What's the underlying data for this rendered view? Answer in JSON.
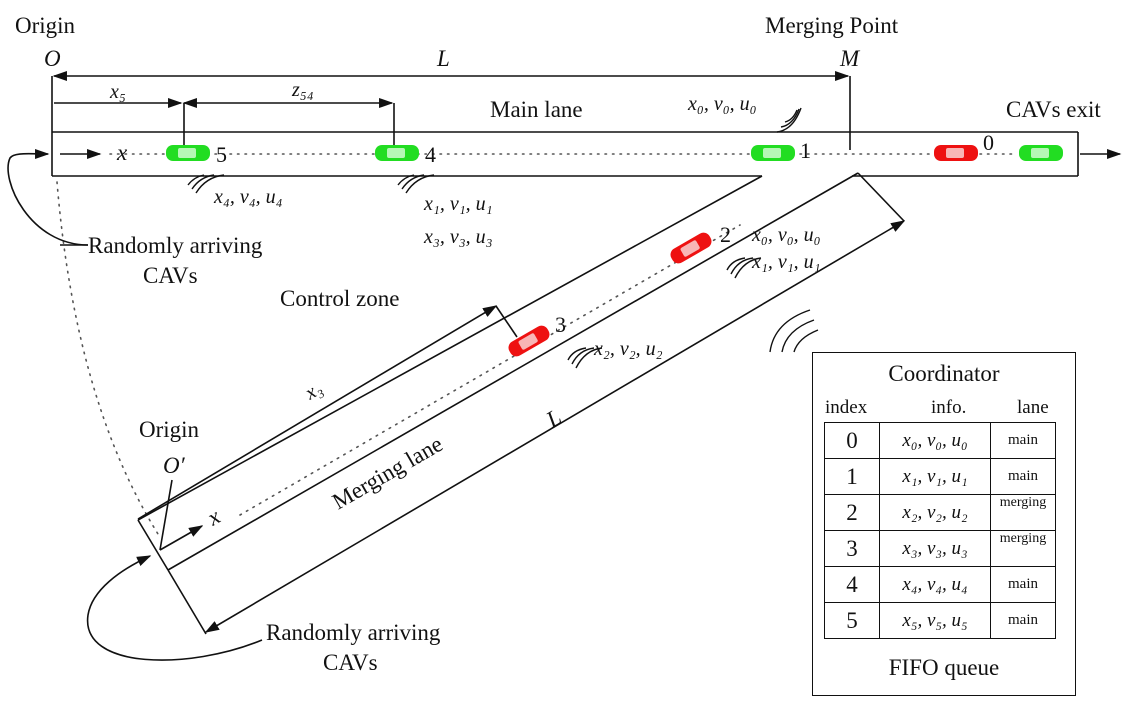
{
  "labels": {
    "origin_top": "Origin",
    "o_top": "O",
    "merging_point": "Merging Point",
    "m": "M",
    "length_top": "L",
    "x5": "x₅",
    "z54": "z₅₄",
    "main_lane": "Main lane",
    "cavs_exit": "CAVs exit",
    "x_main": "x",
    "state_car0": "x₀, v₀, u₀",
    "state_car4": "x₄, v₄, u₄",
    "state_car1": "x₁, v₁, u₁",
    "state_car3": "x₃, v₃, u₃",
    "random_arriving_1": "Randomly arriving",
    "random_arriving_1b": "CAVs",
    "control_zone": "Control zone",
    "state_ramp_a": "x₀, v₀, u₀",
    "state_ramp_b": "x₁, v₁, u₁",
    "state_car2": "x₂, v₂, u₂",
    "x3": "x₃",
    "length_ramp": "L",
    "origin_ramp": "Origin",
    "o_prime": "O′",
    "x_ramp": "x",
    "merging_lane": "Merging lane",
    "random_arriving_2": "Randomly arriving",
    "random_arriving_2b": "CAVs"
  },
  "cars": [
    {
      "id": "5",
      "lane": "main",
      "color": "#22dd22"
    },
    {
      "id": "4",
      "lane": "main",
      "color": "#22dd22"
    },
    {
      "id": "1",
      "lane": "main",
      "color": "#22dd22"
    },
    {
      "id": "0",
      "lane": "main",
      "color": "#ee1111"
    },
    {
      "id": "",
      "lane": "main",
      "color": "#22dd22"
    },
    {
      "id": "2",
      "lane": "merging",
      "color": "#ee1111"
    },
    {
      "id": "3",
      "lane": "merging",
      "color": "#ee1111"
    }
  ],
  "coordinator": {
    "title": "Coordinator",
    "headers": [
      "index",
      "info.",
      "lane"
    ],
    "rows": [
      {
        "index": "0",
        "info": "x₀, v₀, u₀",
        "lane": "main"
      },
      {
        "index": "1",
        "info": "x₁, v₁, u₁",
        "lane": "main"
      },
      {
        "index": "2",
        "info": "x₂, v₂, u₂",
        "lane": "merging"
      },
      {
        "index": "3",
        "info": "x₃, v₃, u₃",
        "lane": "merging"
      },
      {
        "index": "4",
        "info": "x₄, v₄, u₄",
        "lane": "main"
      },
      {
        "index": "5",
        "info": "x₅, v₅, u₅",
        "lane": "main"
      }
    ],
    "footer": "FIFO queue"
  }
}
